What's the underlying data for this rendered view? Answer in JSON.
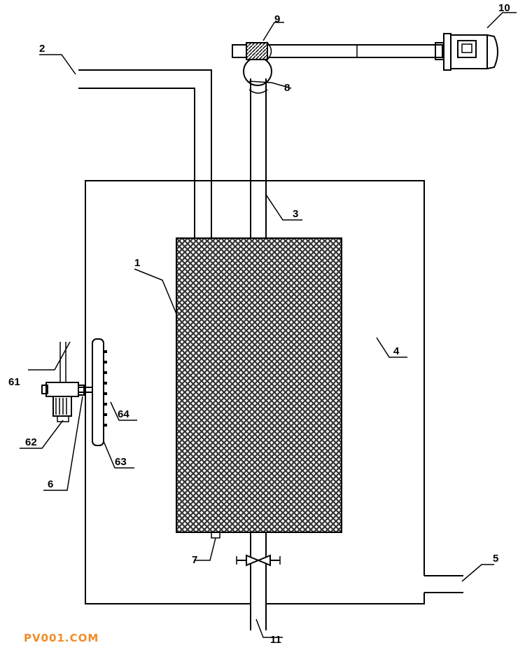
{
  "labels": {
    "tank_body": "1",
    "inlet_pipe": "2",
    "outlet_pipe": "3",
    "outer_vessel": "4",
    "side_outlet": "5",
    "cleaning_assembly": "6",
    "cleaning_motor_lead": "61",
    "cleaning_motor": "62",
    "spray_plate": "63",
    "spray_nozzles": "64",
    "bottom_drain": "7",
    "rotary_joint": "8",
    "coupling": "9",
    "drive_motor": "10",
    "bottom_pipe": "11"
  },
  "watermark": "PV001.COM",
  "colors": {
    "line": "#000000",
    "mesh_fill": "#444444",
    "watermark": "#f08c28"
  },
  "icons": {
    "valve": "bowtie-valve-icon",
    "motor": "motor-icon"
  }
}
